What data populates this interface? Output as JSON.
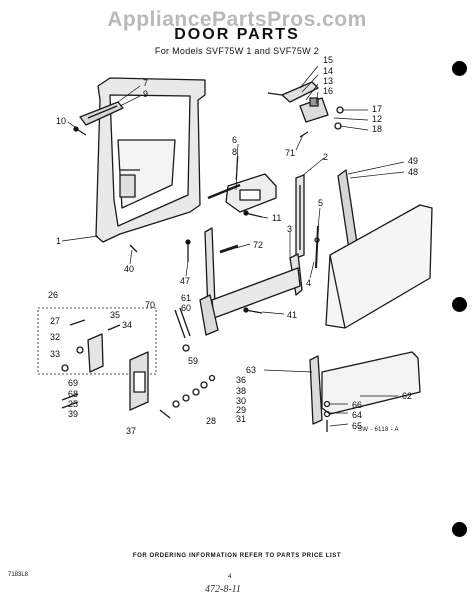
{
  "watermark": "AppliancePartsPros.com",
  "title": "DOOR PARTS",
  "subtitle": "For Models SVF75W 1 and SVF75W 2",
  "footer_note": "FOR ORDERING INFORMATION REFER TO PARTS PRICE LIST",
  "footer_code": "7183L8",
  "page_number": "4",
  "handwritten_note": "472-8-11",
  "drawing_code": "SW - 6118 - A",
  "callouts": [
    "15",
    "14",
    "13",
    "16",
    "17",
    "12",
    "18",
    "71",
    "7",
    "9",
    "10",
    "6",
    "8",
    "11",
    "2",
    "49",
    "48",
    "5",
    "4",
    "3",
    "72",
    "47",
    "40",
    "1",
    "26",
    "70",
    "61",
    "60",
    "35",
    "34",
    "27",
    "32",
    "33",
    "69",
    "68",
    "25",
    "39",
    "59",
    "41",
    "63",
    "36",
    "38",
    "30",
    "29",
    "31",
    "28",
    "37",
    "62",
    "66",
    "64",
    "65"
  ]
}
